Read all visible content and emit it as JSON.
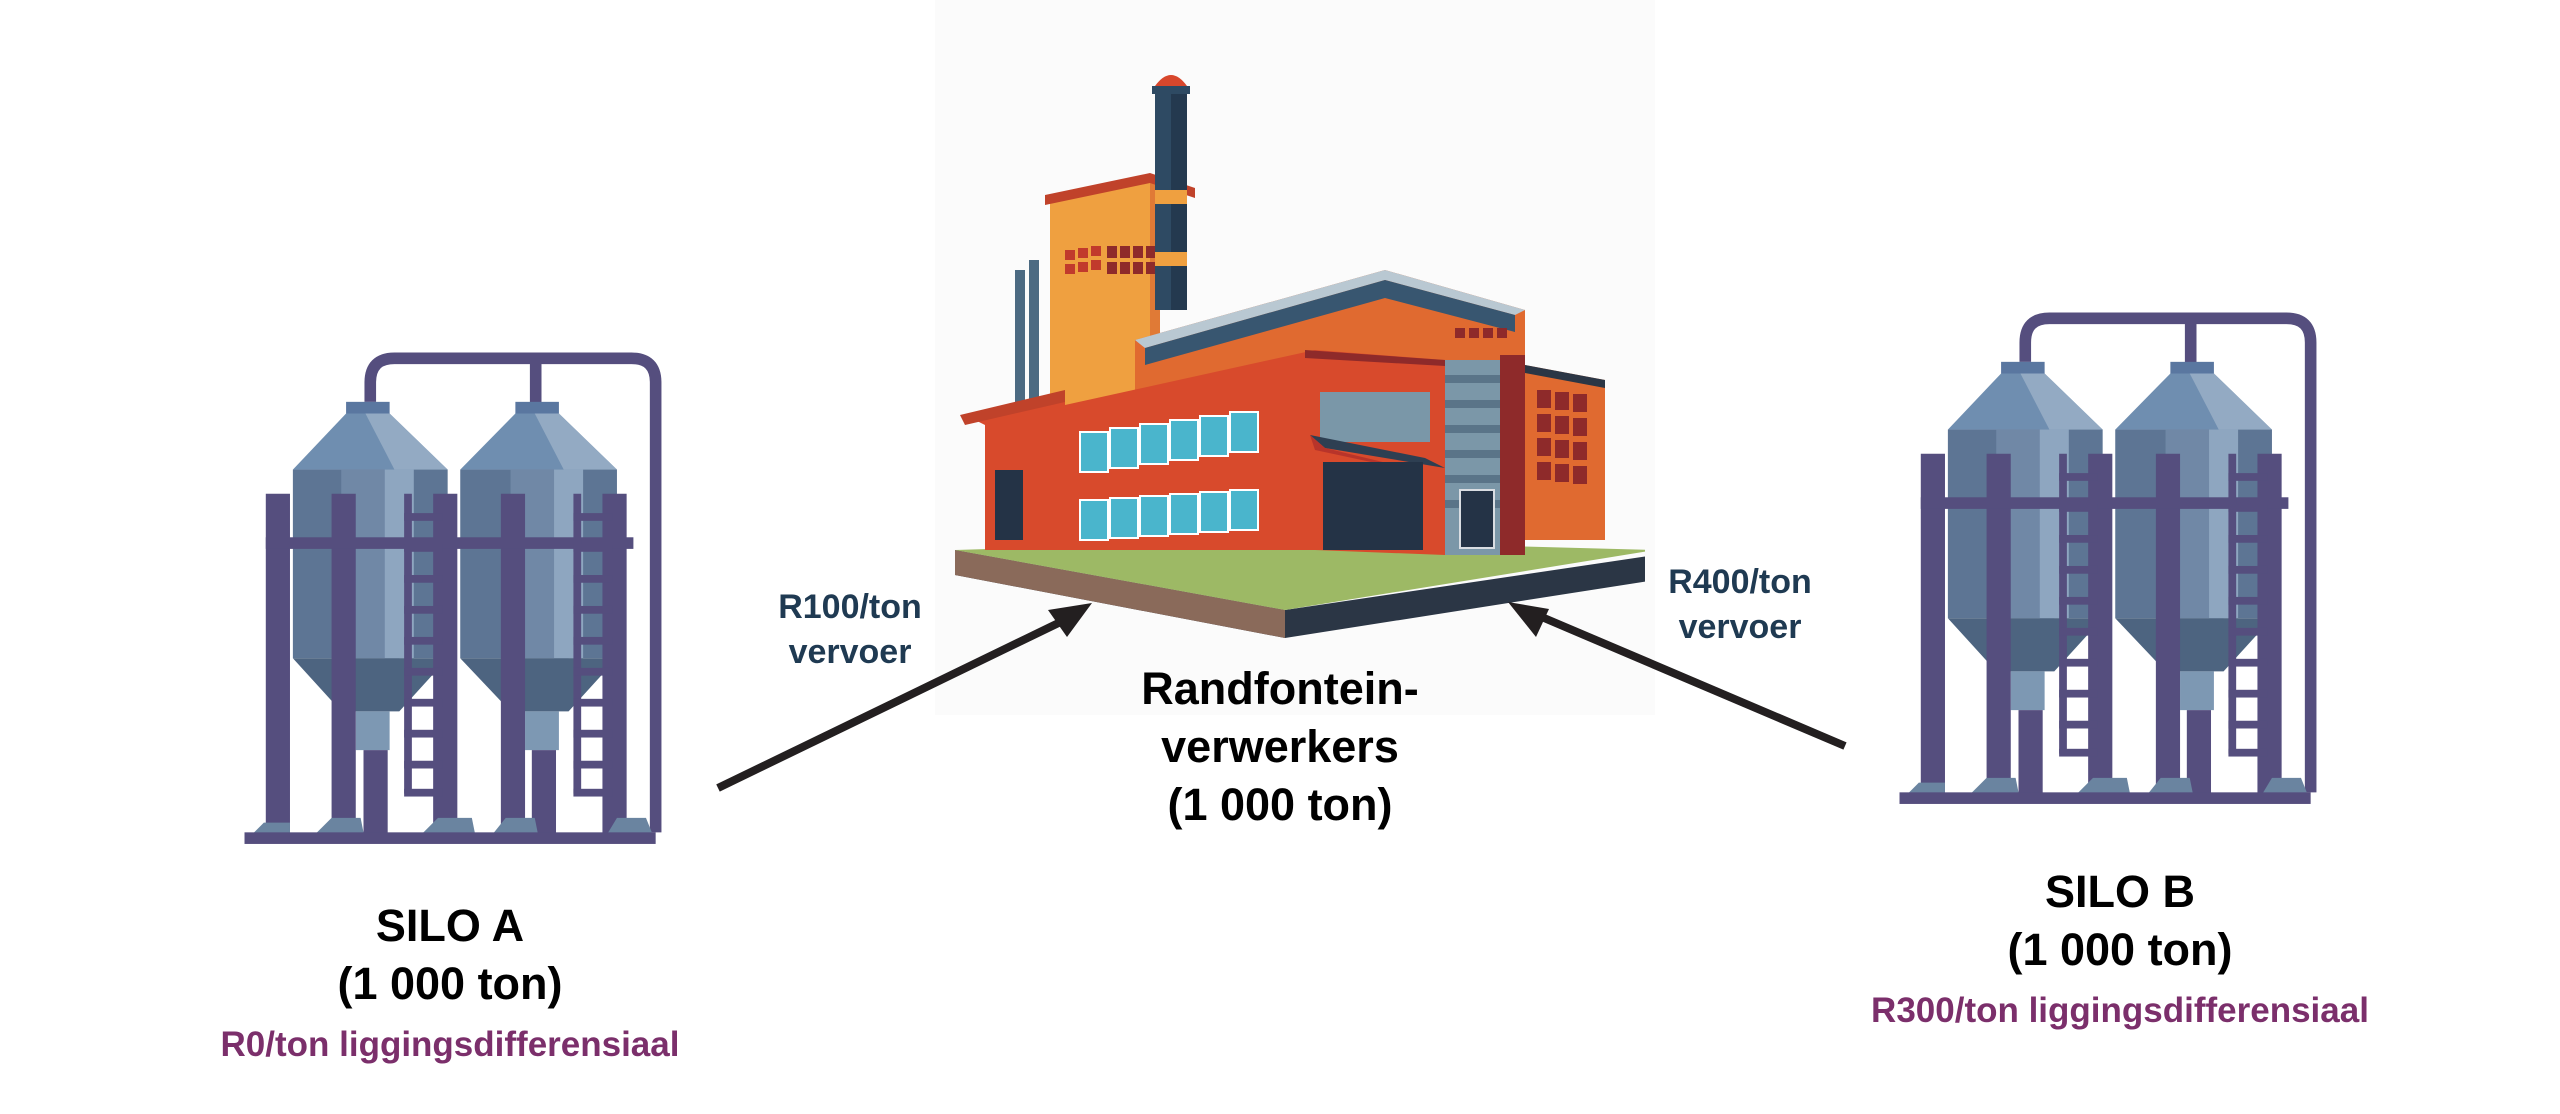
{
  "silo_a": {
    "name": "SILO A",
    "quantity": "(1 000 ton)",
    "location_differential": "R0/ton liggingsdifferensiaal"
  },
  "silo_b": {
    "name": "SILO B",
    "quantity": "(1 000 ton)",
    "location_differential": "R300/ton liggingsdifferensiaal"
  },
  "processor": {
    "name_line1": "Randfontein-",
    "name_line2": "verwerkers",
    "quantity": "(1 000 ton)"
  },
  "transport_a": {
    "cost": "R100/ton",
    "label": "vervoer"
  },
  "transport_b": {
    "cost": "R400/ton",
    "label": "vervoer"
  },
  "colors": {
    "silo_frame": "#554e7e",
    "silo_body": "#6b83a0",
    "factory_orange": "#e0532f",
    "arrow": "#231f20",
    "transport_text": "#1f3a52",
    "differential_text": "#7b2f6b"
  }
}
